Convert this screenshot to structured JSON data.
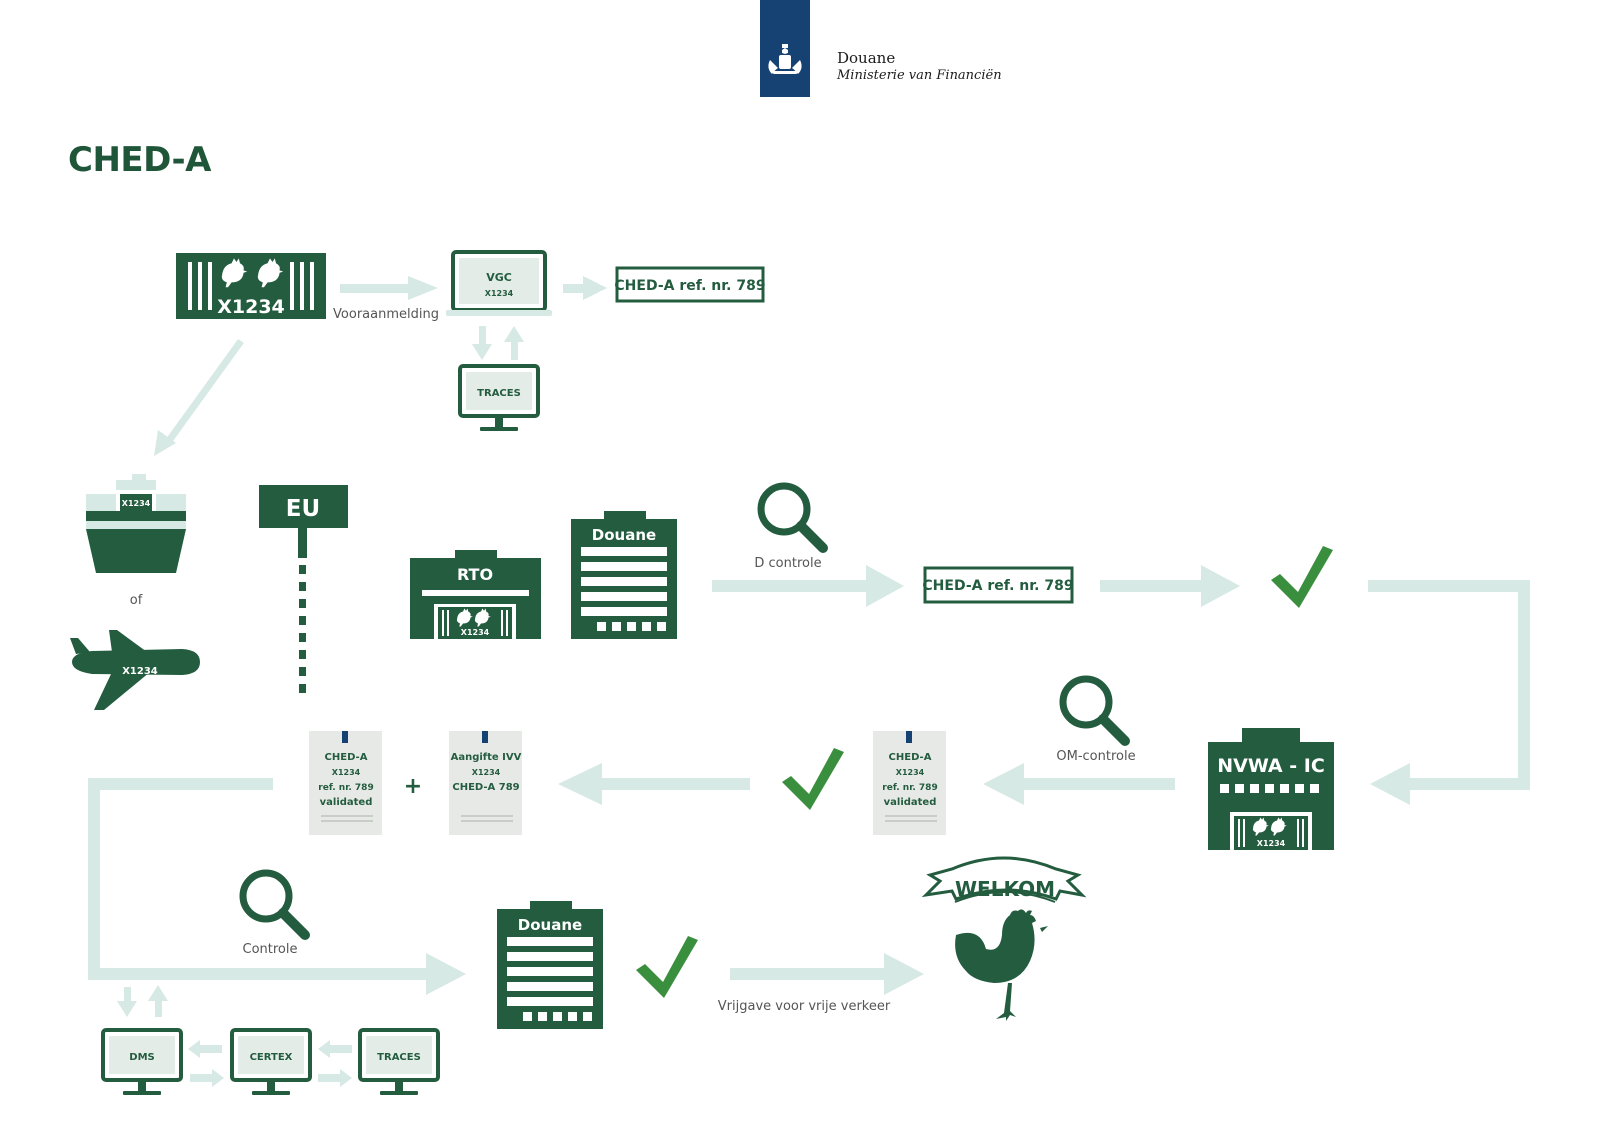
{
  "header": {
    "org_name": "Douane",
    "ministry": "Ministerie van Financiën",
    "title": "CHED-A"
  },
  "colors": {
    "primary_green": "#235c3e",
    "check_green": "#3a8f3e",
    "arrow_light": "#d6e9e4",
    "logo_blue": "#154273",
    "doc_grey": "#e7e9e6"
  },
  "nodes": {
    "container_id": "X1234",
    "vgc_label": "VGC",
    "vgc_sub": "X1234",
    "ref_box_top": "CHED-A ref. nr. 789",
    "traces_top": "TRACES",
    "ship_id": "X1234",
    "or_label": "of",
    "plane_id": "X1234",
    "eu_sign": "EU",
    "rto_label": "RTO",
    "rto_sub": "X1234",
    "douane_building_1": "Douane",
    "ref_box_mid": "CHED-A ref. nr. 789",
    "nvwa_label": "NVWA - IC",
    "nvwa_sub": "X1234",
    "doc_validated_right": [
      "CHED-A",
      "X1234",
      "ref. nr. 789",
      "validated"
    ],
    "doc_validated_left": [
      "CHED-A",
      "X1234",
      "ref. nr. 789",
      "validated"
    ],
    "plus_sign": "+",
    "doc_declaration": [
      "Aangifte IVV",
      "X1234",
      "CHED-A 789"
    ],
    "douane_building_2": "Douane",
    "welkom_banner": "WELKOM",
    "dms": "DMS",
    "certex": "CERTEX",
    "traces_bottom": "TRACES"
  },
  "labels": {
    "vooraanmelding": "Vooraanmelding",
    "d_controle": "D controle",
    "om_controle": "OM-controle",
    "controle": "Controle",
    "vrijgave": "Vrijgave voor vrije verkeer"
  }
}
